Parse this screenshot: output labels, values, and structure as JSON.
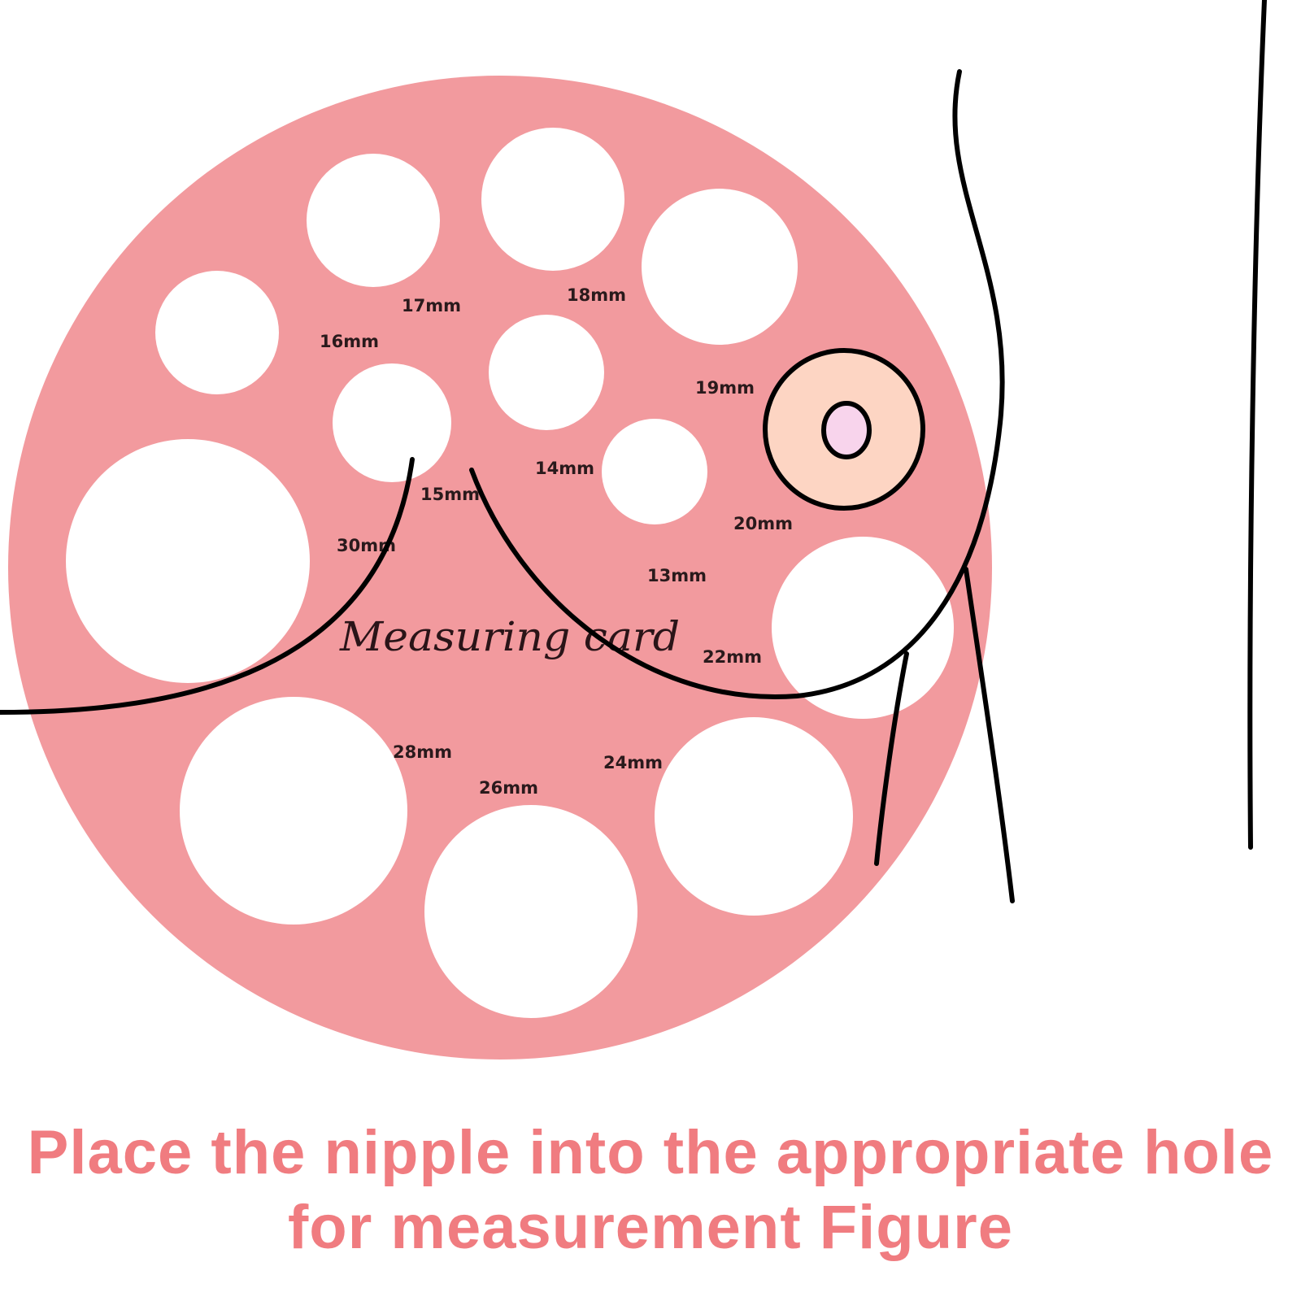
{
  "card": {
    "title": "Measuring card",
    "color": "#f29a9e",
    "hole_color": "#ffffff",
    "holes": [
      {
        "label": "13mm"
      },
      {
        "label": "14mm"
      },
      {
        "label": "15mm"
      },
      {
        "label": "16mm"
      },
      {
        "label": "17mm"
      },
      {
        "label": "18mm"
      },
      {
        "label": "19mm"
      },
      {
        "label": "20mm"
      },
      {
        "label": "22mm"
      },
      {
        "label": "24mm"
      },
      {
        "label": "26mm"
      },
      {
        "label": "28mm"
      },
      {
        "label": "30mm"
      }
    ]
  },
  "illustration": {
    "outline_color": "#000000",
    "areola_color": "#fdd5c3",
    "nipple_color": "#f8d4ec"
  },
  "caption": {
    "line1": "Place the nipple into the appropriate hole",
    "line2": "for measurement Figure",
    "color": "#f07c80"
  }
}
